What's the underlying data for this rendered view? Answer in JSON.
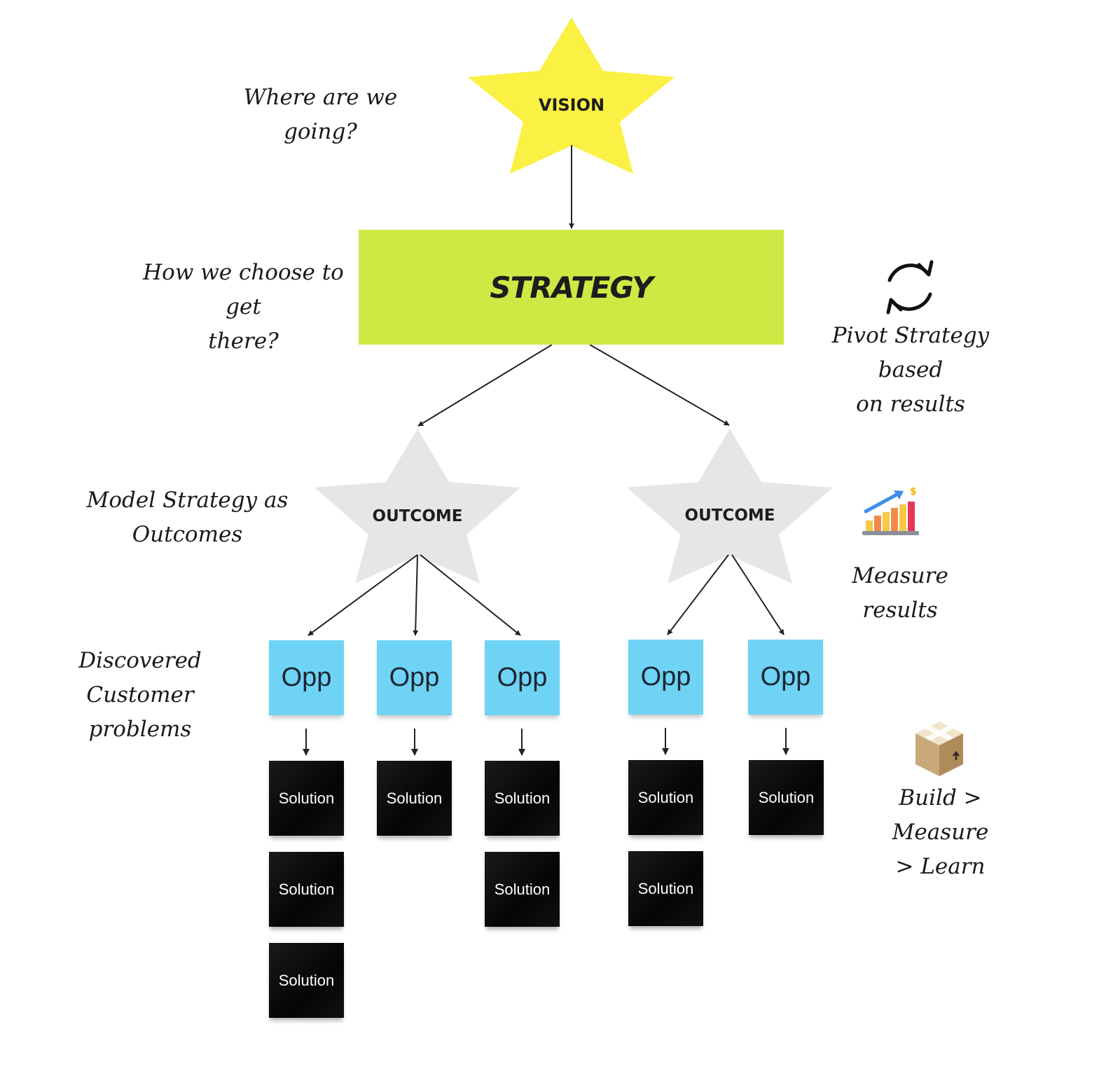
{
  "vision": {
    "label": "VISION"
  },
  "strategy": {
    "label": "STRATEGY"
  },
  "outcomes": [
    {
      "label": "OUTCOME"
    },
    {
      "label": "OUTCOME"
    }
  ],
  "opportunities": [
    {
      "label": "Opp",
      "solutions": [
        "Solution",
        "Solution",
        "Solution"
      ]
    },
    {
      "label": "Opp",
      "solutions": [
        "Solution"
      ]
    },
    {
      "label": "Opp",
      "solutions": [
        "Solution",
        "Solution"
      ]
    },
    {
      "label": "Opp",
      "solutions": [
        "Solution",
        "Solution"
      ]
    },
    {
      "label": "Opp",
      "solutions": [
        "Solution"
      ]
    }
  ],
  "annotations": {
    "vision": "Where are we going?",
    "strategy_line1": "How we choose to get",
    "strategy_line2": "there?",
    "outcomes_line1": "Model Strategy as",
    "outcomes_line2": "Outcomes",
    "opps_line1": "Discovered Customer",
    "opps_line2": "problems",
    "pivot_line1": "Pivot Strategy based",
    "pivot_line2": "on results",
    "measure": "Measure results",
    "build_line1": "Build > Measure",
    "build_line2": "> Learn"
  },
  "colors": {
    "vision_star": "#fbf044",
    "strategy_box": "#cfe844",
    "outcome_star": "#e6e6e6",
    "opp_note": "#6fd3f5",
    "solution_note": "#0d0d0d"
  },
  "icons": [
    "refresh-icon",
    "growth-chart-icon",
    "package-box-icon"
  ]
}
